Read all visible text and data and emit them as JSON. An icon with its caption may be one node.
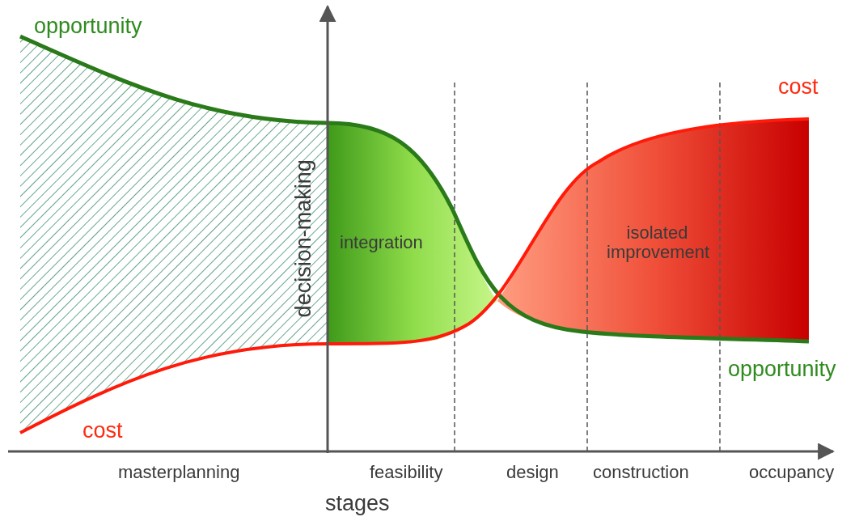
{
  "diagram": {
    "labels": [
      "opportunity",
      "cost",
      "decision-making",
      "isolated improvement",
      "integration",
      "opportunity",
      "cost",
      "masterplanning",
      "feasibility",
      "design",
      "construction",
      "occupancy",
      "stages"
    ]
  }
}
